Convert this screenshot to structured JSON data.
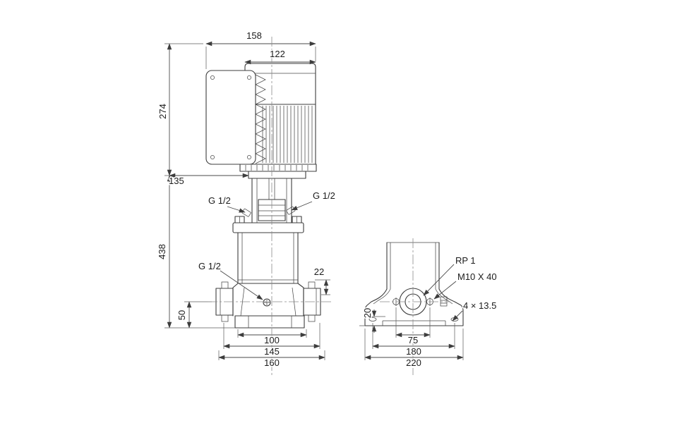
{
  "drawing": {
    "front_view": {
      "dim_total_width": "158",
      "dim_motor_width": "122",
      "dim_motor_height": "274",
      "dim_box_offset": "135",
      "dim_total_height": "438",
      "port_top_left": "G 1/2",
      "port_top_right": "G 1/2",
      "port_drain": "G 1/2",
      "dim_flange_offset": "22",
      "dim_port_height": "50",
      "dim_base_inner": "100",
      "dim_base_mid": "145",
      "dim_base_outer": "160"
    },
    "side_view": {
      "dim_foot_height": "20",
      "dim_bolt_spacing": "75",
      "dim_hole_spacing": "180",
      "dim_base_width": "220",
      "label_port_thread": "RP 1",
      "label_bolt": "M10 X 40",
      "label_holes": "4 × 13.5"
    },
    "colors": {
      "line": "#3d3d3d",
      "background": "#ffffff"
    }
  }
}
